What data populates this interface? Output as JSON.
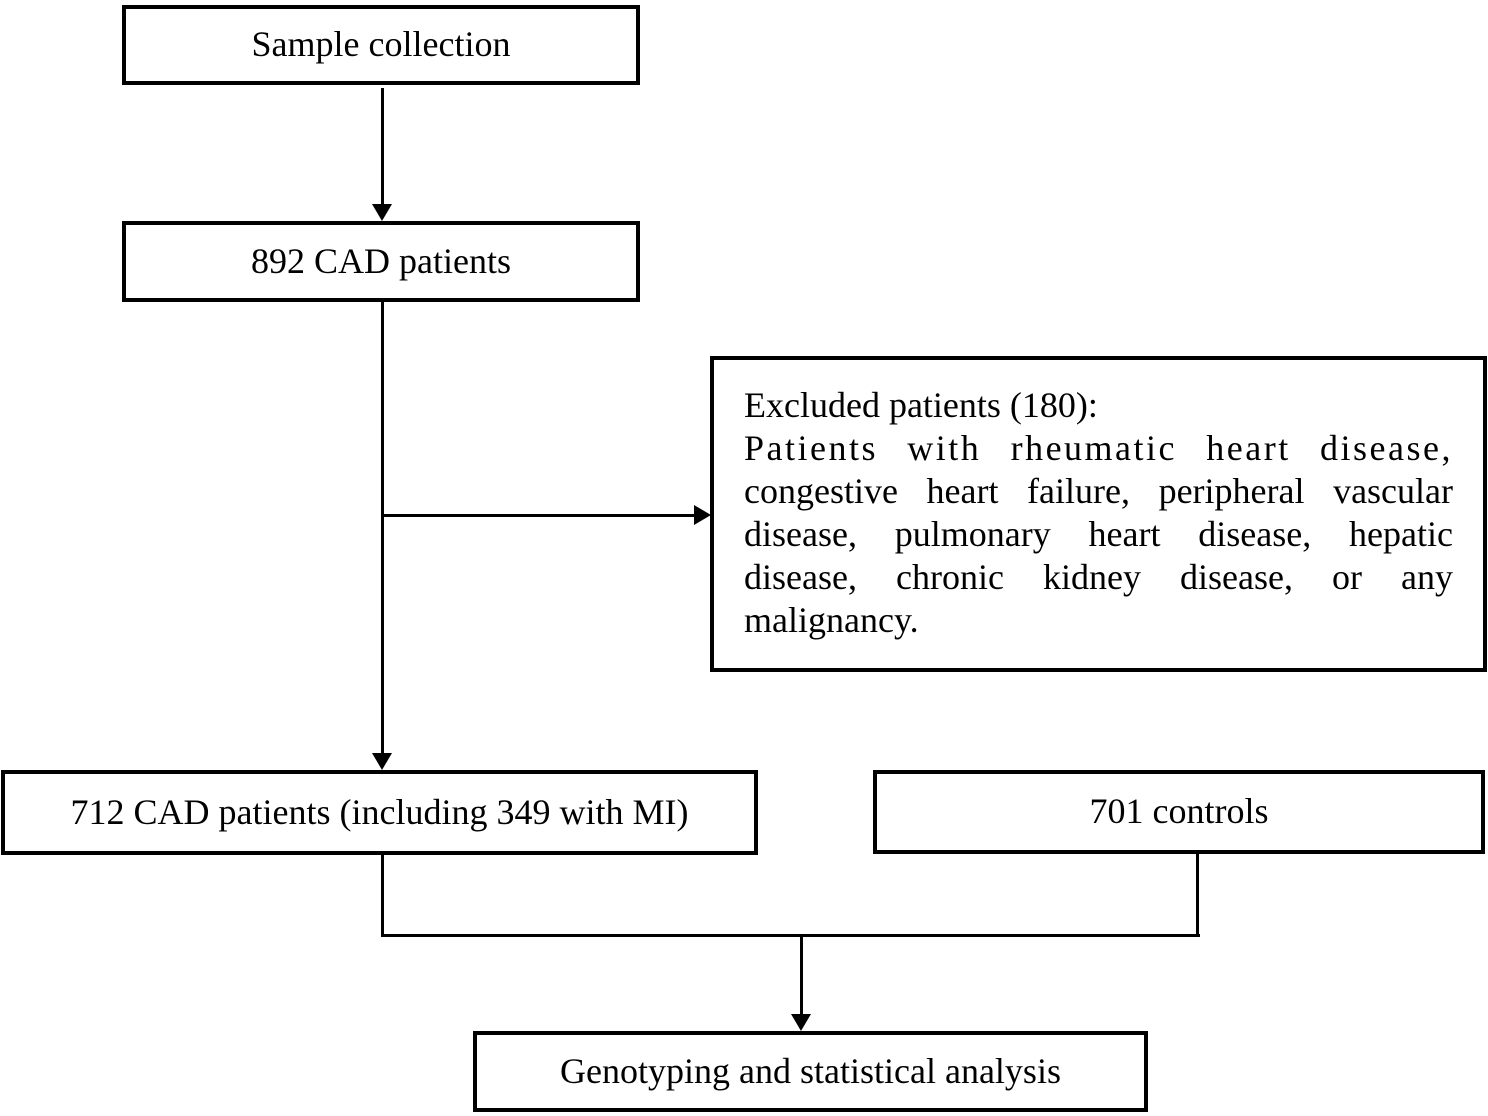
{
  "colors": {
    "background": "#ffffff",
    "line": "#000000",
    "text": "#000000"
  },
  "flowchart": {
    "boxes": {
      "sample_collection": "Sample collection",
      "cad_patients": "892 CAD patients",
      "excluded": {
        "lines": [
          "Excluded patients (180):",
          "Patients with rheumatic heart disease,",
          "congestive heart failure, peripheral vascular",
          "disease, pulmonary heart disease, hepatic",
          "disease, chronic kidney disease, or any",
          "malignancy."
        ]
      },
      "final_cad": "712 CAD patients (including 349 with MI)",
      "controls": "701 controls",
      "genotyping": "Genotyping and statistical analysis"
    }
  }
}
